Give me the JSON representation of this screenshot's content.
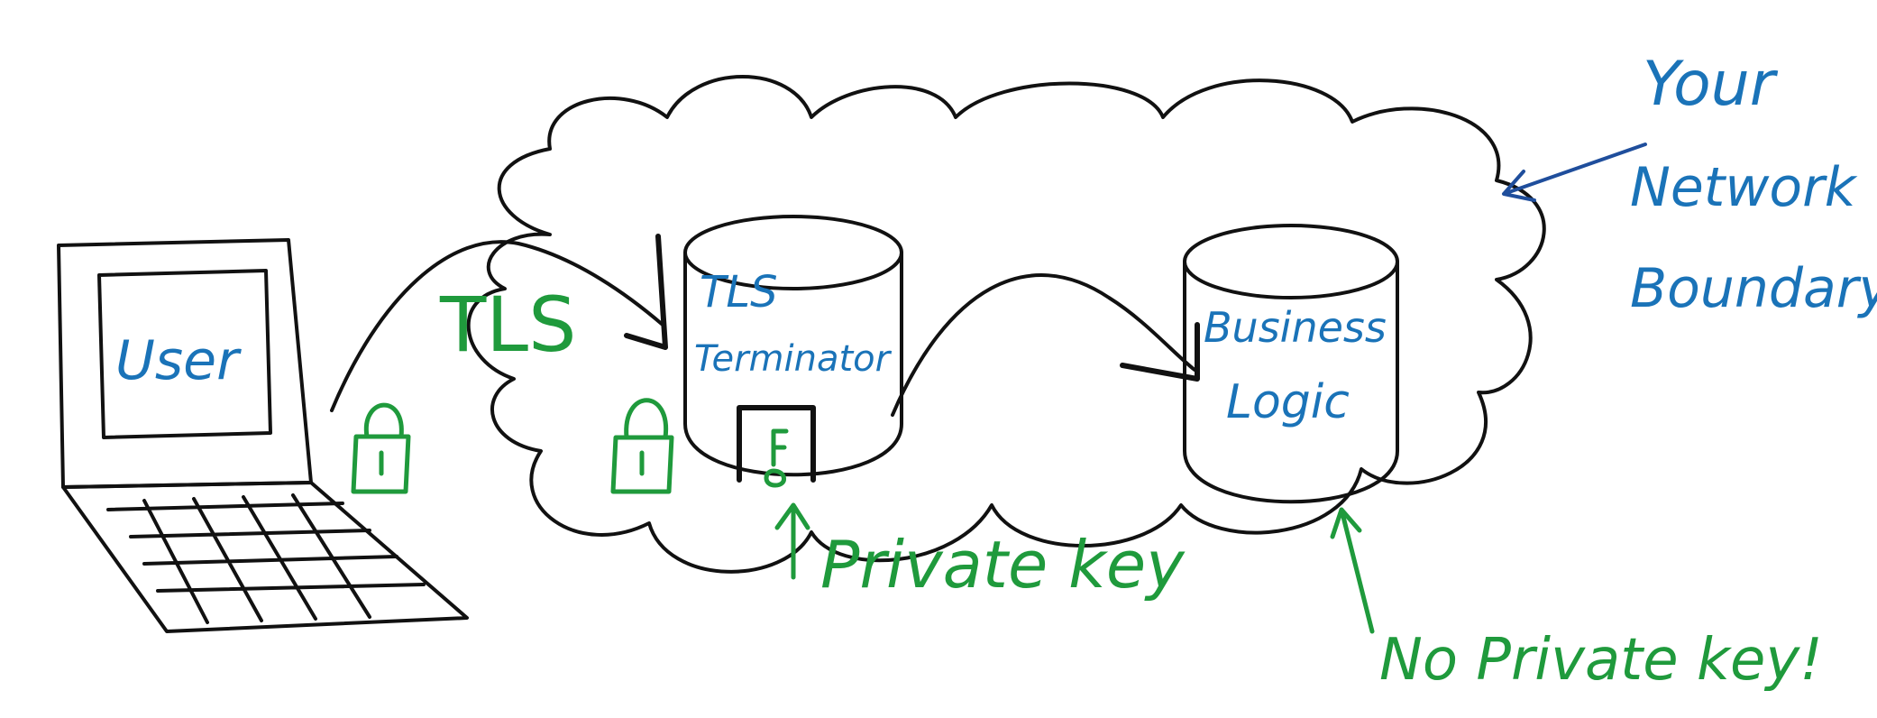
{
  "nodes": {
    "user": {
      "label": "User"
    },
    "tls_terminator": {
      "label_line1": "TLS",
      "label_line2": "Terminator"
    },
    "business_logic": {
      "label_line1": "Business",
      "label_line2": "Logic"
    }
  },
  "labels": {
    "tls": "TLS",
    "private_key": "Private key",
    "no_private_key": "No Private key!",
    "network_boundary_line1": "Your",
    "network_boundary_line2": "Network",
    "network_boundary_line3": "Boundary"
  },
  "colors": {
    "ink_black": "#111111",
    "ink_green": "#1f9a3c",
    "ink_blue": "#1a73b8",
    "ink_navy": "#1f4e9c"
  }
}
